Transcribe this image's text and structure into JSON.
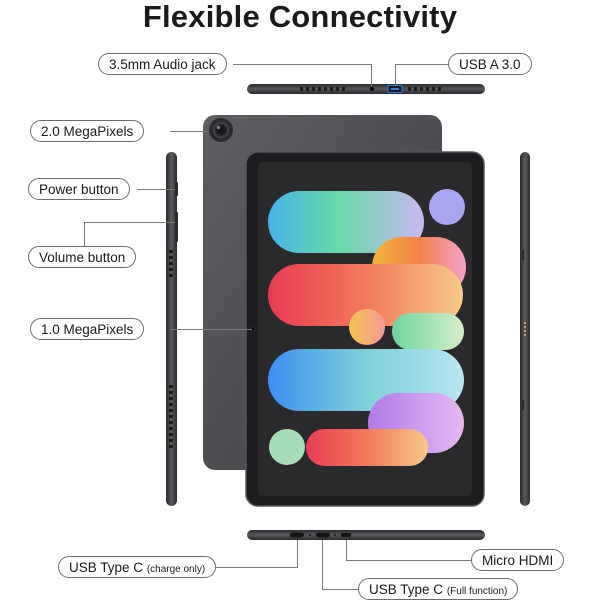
{
  "title": "Flexible Connectivity",
  "labels": {
    "audio_jack": "3.5mm Audio jack",
    "usb_a": "USB A 3.0",
    "rear_camera": "2.0 MegaPixels",
    "power_button": "Power button",
    "volume_button": "Volume button",
    "front_camera": "1.0 MegaPixels",
    "usb_c_charge_main": "USB Type C",
    "usb_c_charge_note": "(charge only)",
    "micro_hdmi": "Micro HDMI",
    "usb_c_full_main": "USB Type C",
    "usb_c_full_note": "(Full function)"
  },
  "colors": {
    "device_body": "#46464a",
    "device_back": "#55565a",
    "bezel": "#1c1c1e",
    "screen": "#2a2a2c",
    "usb_a_accent": "#2f7fd6"
  }
}
